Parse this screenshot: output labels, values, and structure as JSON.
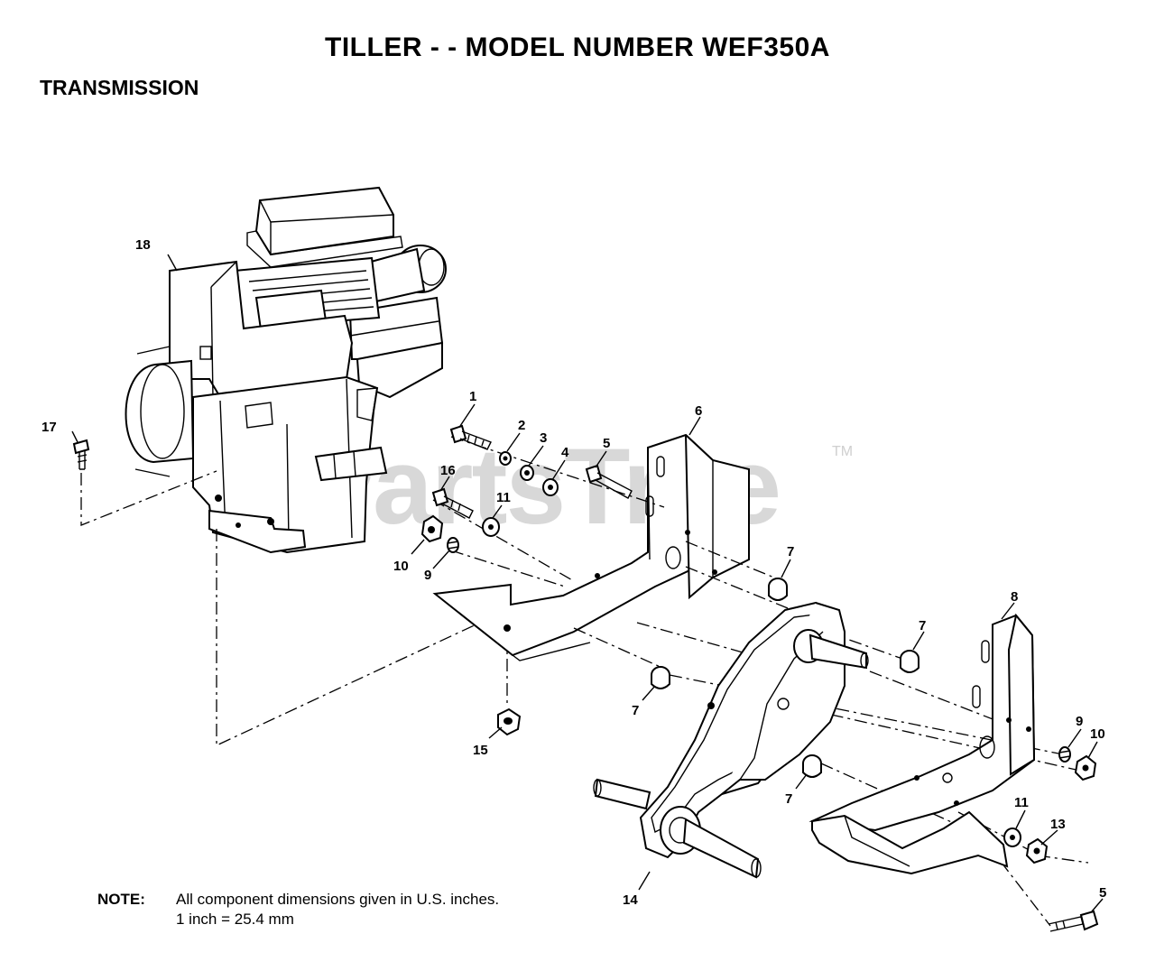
{
  "title": "TILLER - - MODEL NUMBER WEF350A",
  "section": "TRANSMISSION",
  "watermark": {
    "text": "PartsTree",
    "tm": "TM"
  },
  "note": {
    "label": "NOTE:",
    "line1": "All component dimensions given in U.S. inches.",
    "line2": "1 inch = 25.4 mm"
  },
  "callouts": {
    "c1": "1",
    "c2": "2",
    "c3": "3",
    "c4": "4",
    "c5a": "5",
    "c5b": "5",
    "c6": "6",
    "c7a": "7",
    "c7b": "7",
    "c7c": "7",
    "c7d": "7",
    "c8": "8",
    "c9a": "9",
    "c9b": "9",
    "c10a": "10",
    "c10b": "10",
    "c11a": "11",
    "c11b": "11",
    "c13": "13",
    "c14": "14",
    "c15": "15",
    "c16": "16",
    "c17": "17",
    "c18": "18"
  }
}
